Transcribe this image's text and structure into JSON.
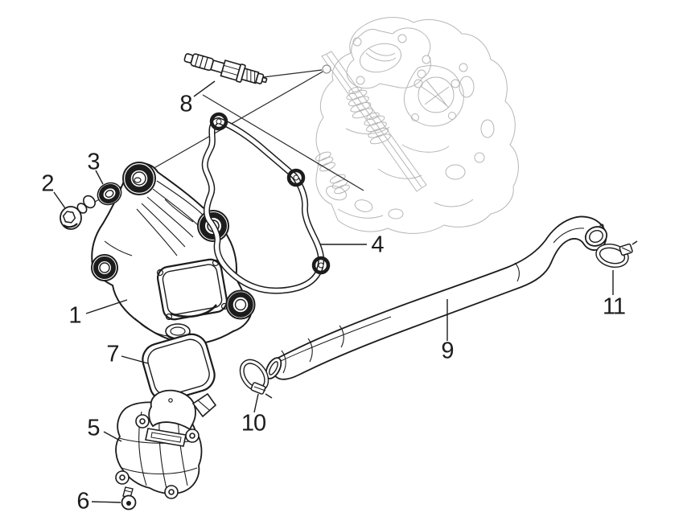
{
  "diagram": {
    "type": "exploded-parts-diagram",
    "background_color": "#ffffff",
    "line_color": "#1c1c1c",
    "ghost_line_color": "#b6b6b6",
    "callouts": [
      {
        "label": "1"
      },
      {
        "label": "2"
      },
      {
        "label": "3"
      },
      {
        "label": "4"
      },
      {
        "label": "5"
      },
      {
        "label": "6"
      },
      {
        "label": "7"
      },
      {
        "label": "8"
      },
      {
        "label": "9"
      },
      {
        "label": "10"
      },
      {
        "label": "11"
      }
    ]
  }
}
